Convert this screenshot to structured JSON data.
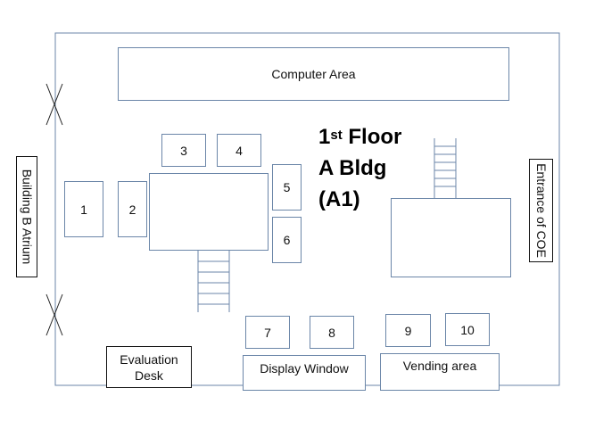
{
  "title": {
    "floor_number": "1",
    "floor_suffix": "st",
    "floor_word": "Floor",
    "building": "A Bldg",
    "code": "(A1)"
  },
  "areas": {
    "computer_area": "Computer Area",
    "building_b_atrium": "Building B Atrium",
    "entrance_coe": "Entrance of COE",
    "evaluation_desk_line1": "Evaluation",
    "evaluation_desk_line2": "Desk",
    "display_window": "Display Window",
    "vending_area": "Vending area"
  },
  "stations": [
    "1",
    "2",
    "3",
    "4",
    "5",
    "6",
    "7",
    "8",
    "9",
    "10"
  ],
  "colors": {
    "wall": "#6b86a8",
    "ink": "#111111"
  }
}
